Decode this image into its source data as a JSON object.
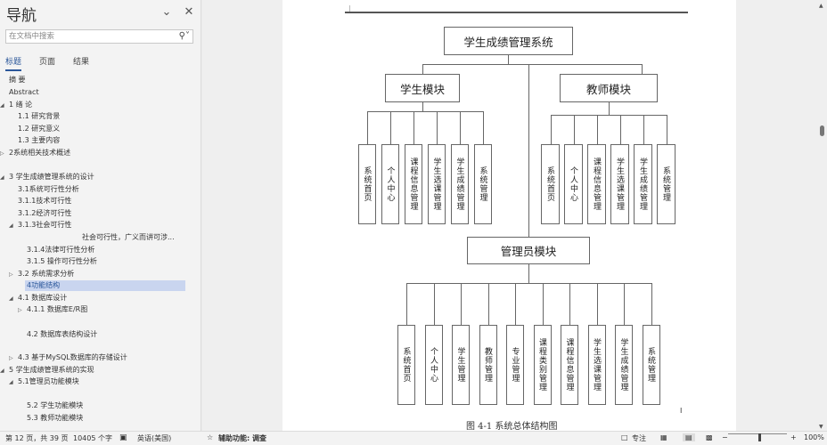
{
  "nav": {
    "title": "导航",
    "search_placeholder": "在文档中搜索",
    "tabs": [
      "标题",
      "页面",
      "结果"
    ],
    "items": [
      {
        "label": "摘  要",
        "level": 0,
        "toggle": ""
      },
      {
        "label": "Abstract",
        "level": 0,
        "toggle": ""
      },
      {
        "label": "1 绪  论",
        "level": 0,
        "toggle": "expanded"
      },
      {
        "label": "1.1 研究背景",
        "level": 1,
        "toggle": ""
      },
      {
        "label": "1.2 研究意义",
        "level": 1,
        "toggle": ""
      },
      {
        "label": "1.3 主要内容",
        "level": 1,
        "toggle": ""
      },
      {
        "label": "2系统相关技术概述",
        "level": 0,
        "toggle": "collapsed"
      },
      {
        "label": "3 学生成绩管理系统的设计",
        "level": 0,
        "toggle": "expanded"
      },
      {
        "label": "3.1系统可行性分析",
        "level": 1,
        "toggle": ""
      },
      {
        "label": "3.1.1技术可行性",
        "level": 1,
        "toggle": ""
      },
      {
        "label": "3.1.2经济可行性",
        "level": 1,
        "toggle": ""
      },
      {
        "label": "3.1.3社会可行性",
        "level": 1,
        "toggle": "expanded"
      },
      {
        "label": "社会可行性，广义而讲可涉...",
        "level": 4,
        "toggle": ""
      },
      {
        "label": "3.1.4法律可行性分析",
        "level": 2,
        "toggle": ""
      },
      {
        "label": "3.1.5 操作可行性分析",
        "level": 2,
        "toggle": ""
      },
      {
        "label": "3.2 系统需求分析",
        "level": 1,
        "toggle": "collapsed"
      },
      {
        "label": "4功能结构",
        "level": 1,
        "toggle": "",
        "selected": true
      },
      {
        "label": "4.1 数据库设计",
        "level": 1,
        "toggle": "expanded"
      },
      {
        "label": "4.1.1 数据库E/R图",
        "level": 2,
        "toggle": "collapsed"
      },
      {
        "label": "4.2 数据库表结构设计",
        "level": 2,
        "toggle": ""
      },
      {
        "label": "4.3 基于MySQL数据库的存储设计",
        "level": 1,
        "toggle": "collapsed"
      },
      {
        "label": "5 学生成绩管理系统的实现",
        "level": 0,
        "toggle": "expanded"
      },
      {
        "label": "5.1管理员功能模块",
        "level": 1,
        "toggle": "expanded"
      },
      {
        "label": "5.2 学生功能模块",
        "level": 2,
        "toggle": ""
      },
      {
        "label": "5.3 教师功能模块",
        "level": 2,
        "toggle": ""
      }
    ]
  },
  "diagram": {
    "root": "学生成绩管理系统",
    "student_module": {
      "title": "学生模块",
      "children": [
        "系统首页",
        "个人中心",
        "课程信息管理",
        "学生选课管理",
        "学生成绩管理",
        "系统管理"
      ]
    },
    "teacher_module": {
      "title": "教师模块",
      "children": [
        "系统首页",
        "个人中心",
        "课程信息管理",
        "学生选课管理",
        "学生成绩管理",
        "系统管理"
      ]
    },
    "admin_module": {
      "title": "管理员模块",
      "children": [
        "系统首页",
        "个人中心",
        "学生管理",
        "教师管理",
        "专业管理",
        "课程类别管理",
        "课程信息管理",
        "学生选课管理",
        "学生成绩管理",
        "系统管理"
      ]
    },
    "caption": "图 4-1  系统总体结构图"
  },
  "status": {
    "page": "第 12 页，共 39 页",
    "words": "10405 个字",
    "language": "英语(美国)",
    "accessibility": "辅助功能: 调查",
    "focus": "专注",
    "zoom": "100%"
  }
}
